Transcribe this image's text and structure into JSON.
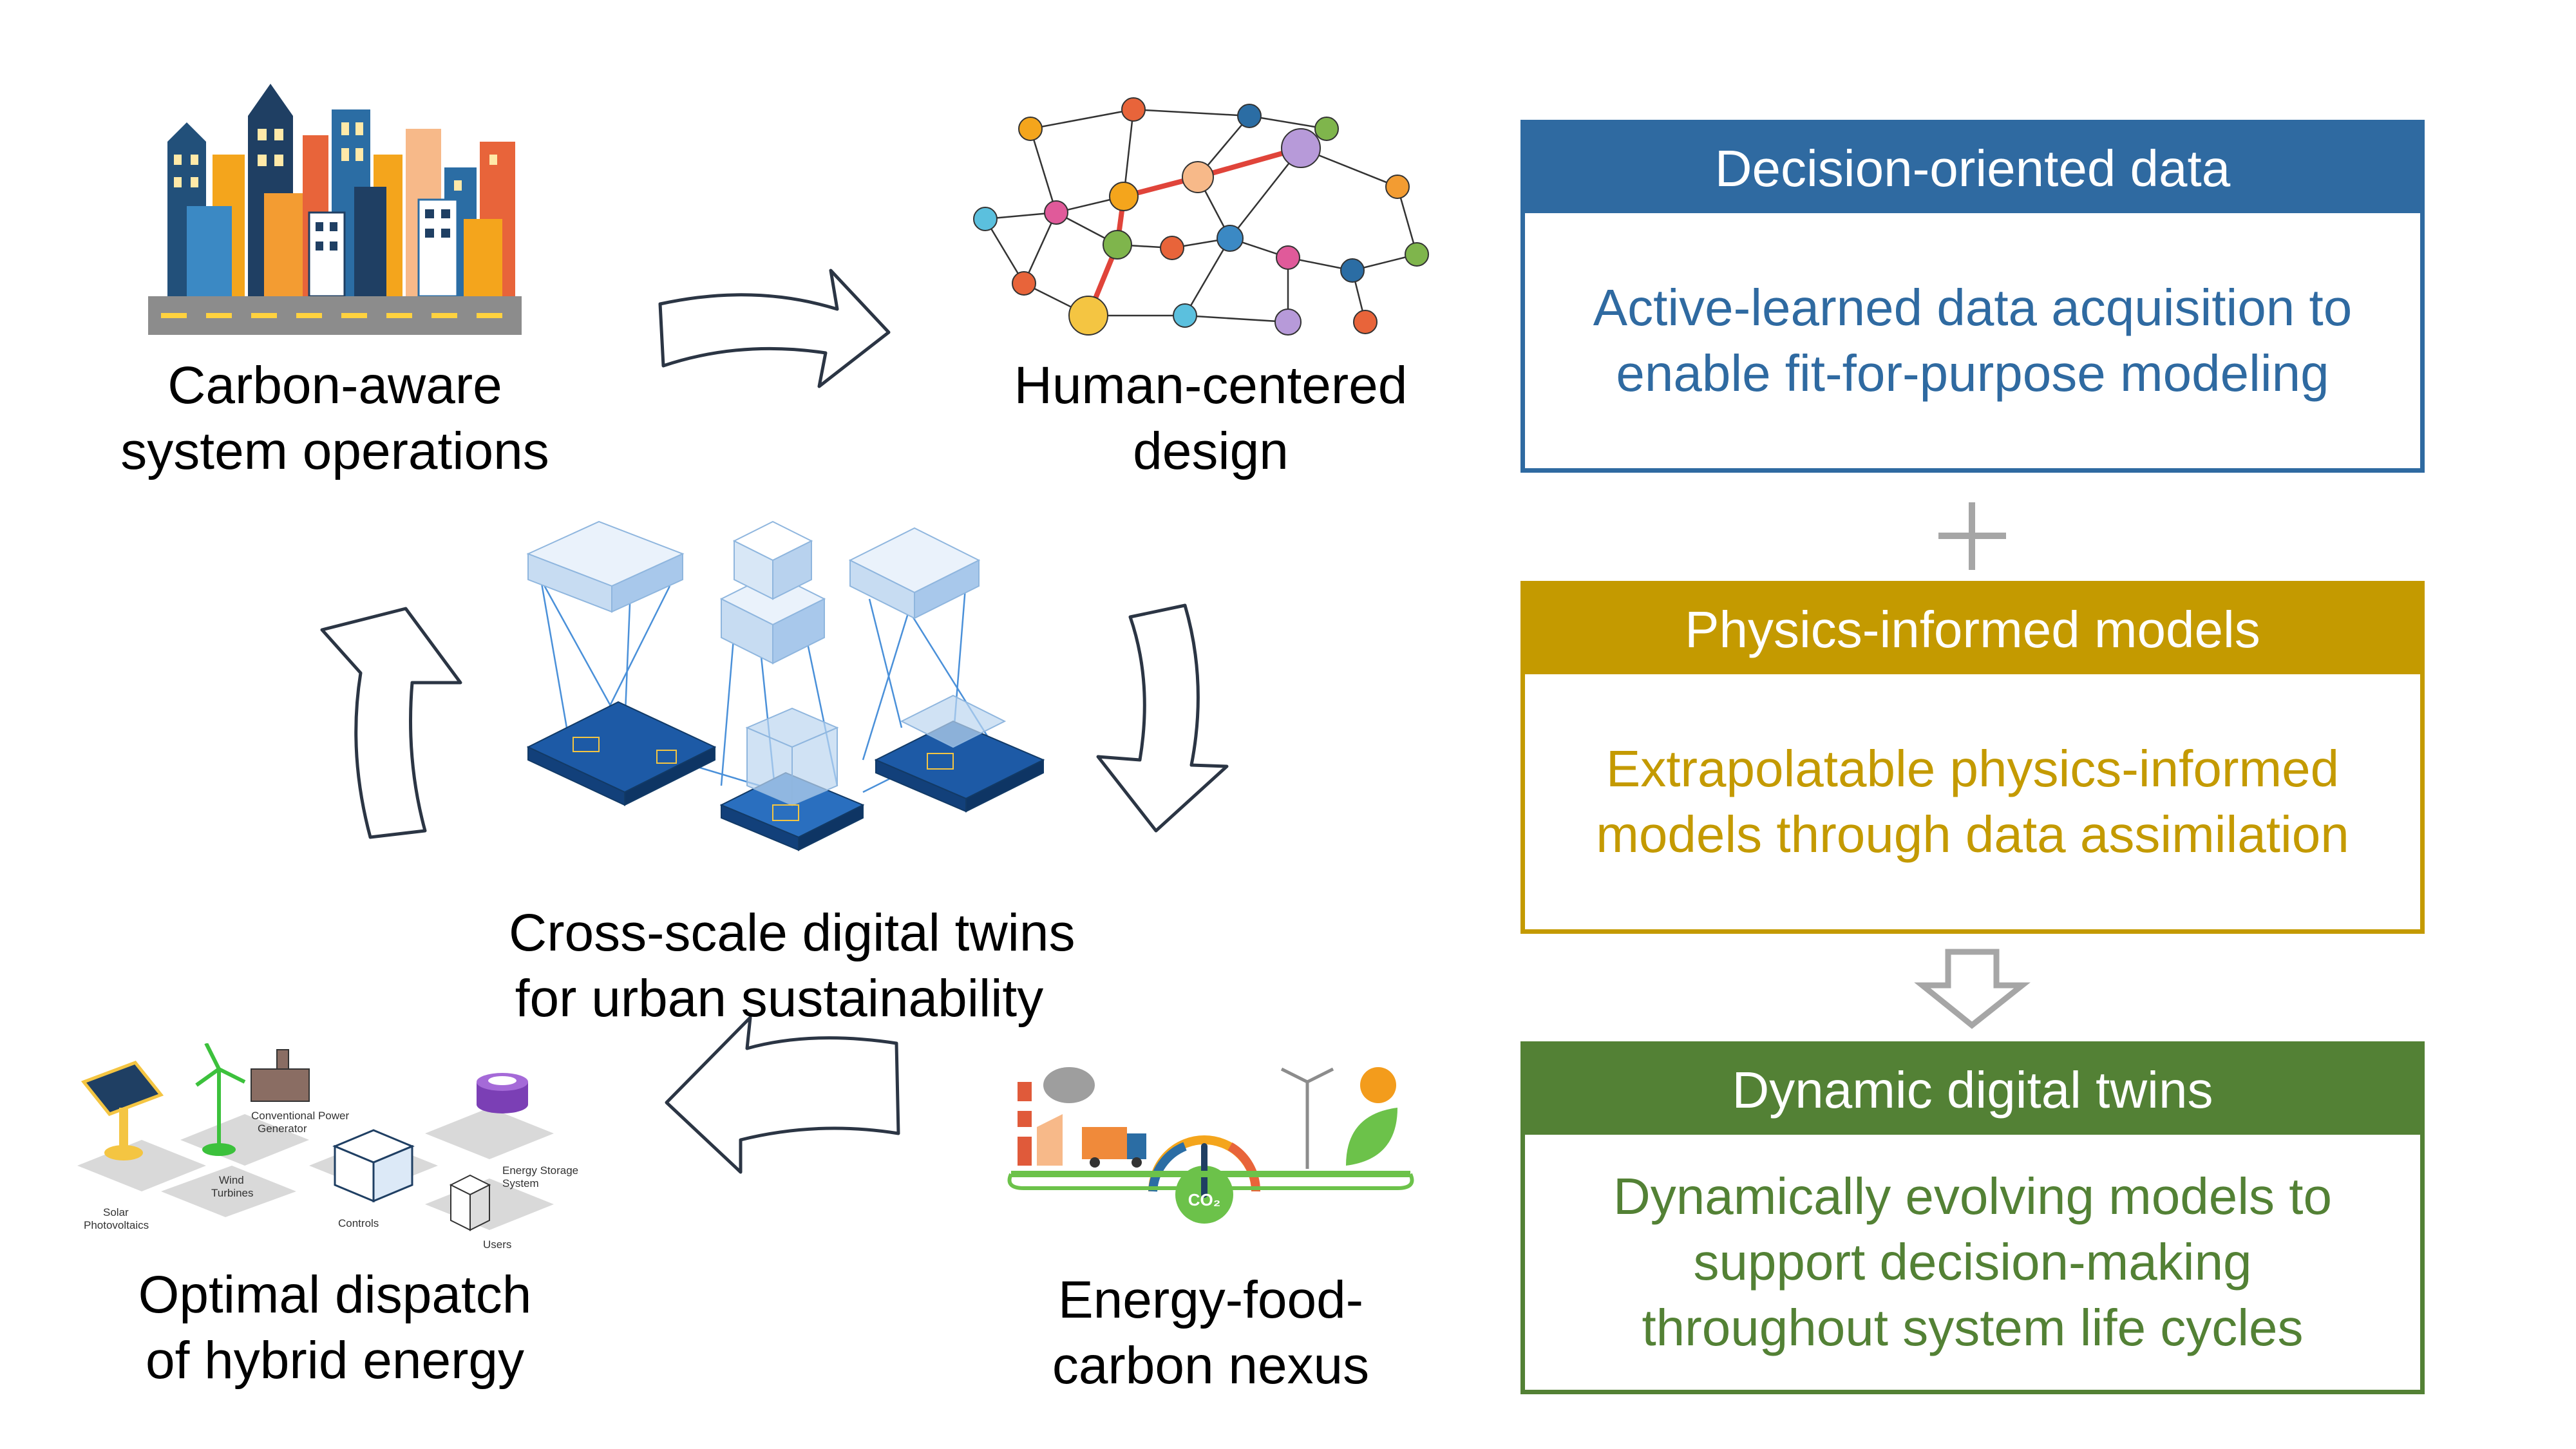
{
  "colors": {
    "blue": "#2f6aa1",
    "gold": "#c49a00",
    "green": "#538135",
    "arrow_stroke": "#2b3544",
    "connector_gray": "#a6a6a6"
  },
  "cycle": {
    "carbon_aware": {
      "line1": "Carbon-aware",
      "line2": "system operations"
    },
    "human_centered": {
      "line1": "Human-centered",
      "line2": "design"
    },
    "digital_twins_center": {
      "line1": "Cross-scale digital twins",
      "line2": "for urban sustainability"
    },
    "optimal_dispatch": {
      "line1": "Optimal dispatch",
      "line2": "of hybrid energy"
    },
    "nexus": {
      "line1": "Energy-food-",
      "line2": "carbon nexus"
    }
  },
  "energy_system_labels": {
    "solar": {
      "line1": "Solar",
      "line2": "Photovoltaics"
    },
    "wind": {
      "line1": "Wind",
      "line2": "Turbines"
    },
    "conventional": {
      "line1": "Conventional Power",
      "line2": "Generator"
    },
    "storage": {
      "line1": "Energy Storage",
      "line2": "System"
    },
    "controls": "Controls",
    "users": "Users"
  },
  "nexus_icon": {
    "co2": "CO₂"
  },
  "boxes": {
    "decision_data": {
      "title": "Decision-oriented data",
      "line1": "Active-learned data acquisition to",
      "line2": "enable fit-for-purpose modeling"
    },
    "physics_models": {
      "title": "Physics-informed models",
      "line1": "Extrapolatable physics-informed",
      "line2": "models through data assimilation"
    },
    "dynamic_twins": {
      "title": "Dynamic digital twins",
      "line1": "Dynamically evolving models to",
      "line2": "support decision-making",
      "line3": "throughout system life cycles"
    }
  },
  "connectors": {
    "plus": "plus-icon",
    "down": "down-arrow-icon"
  }
}
